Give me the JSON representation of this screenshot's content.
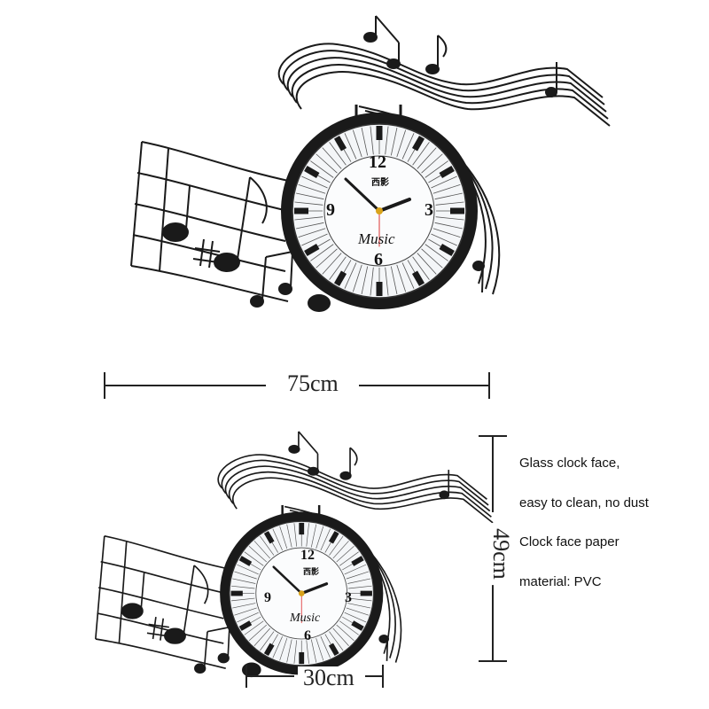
{
  "clock_face": {
    "numerals": [
      "12",
      "3",
      "6",
      "9"
    ],
    "brand": "西影",
    "script_text": "Music"
  },
  "dimensions": {
    "width_full": "75cm",
    "height": "49cm",
    "clock_diameter": "30cm"
  },
  "features": [
    "Glass clock face,",
    "easy to clean, no dust",
    "Clock face paper",
    "material: PVC"
  ],
  "colors": {
    "background": "#ffffff",
    "metal": "#1a1a1a",
    "dial": "#f4f6f8",
    "hand_accent": "#d9a31b"
  }
}
